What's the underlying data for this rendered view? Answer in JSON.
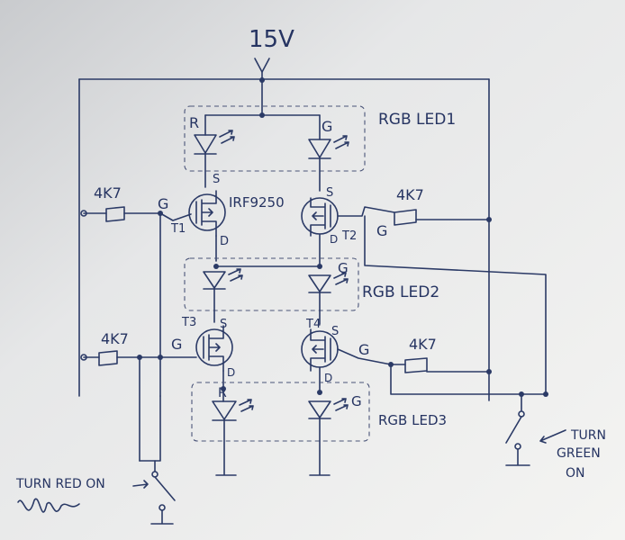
{
  "schematic": {
    "supply_label": "15V",
    "led_groups": [
      {
        "name": "RGB LED1",
        "red_pin": "R",
        "green_pin": "G"
      },
      {
        "name": "RGB LED2",
        "red_pin": "",
        "green_pin": "G"
      },
      {
        "name": "RGB LED3",
        "red_pin": "R",
        "green_pin": "G"
      }
    ],
    "transistors": {
      "t1": {
        "label": "T1",
        "part": "IRF9250",
        "gate": "G",
        "source": "S",
        "drain": "D"
      },
      "t2": {
        "label": "T2",
        "gate": "G",
        "source": "S",
        "drain": "D"
      },
      "t3": {
        "label": "T3",
        "gate": "G",
        "source": "S",
        "drain": "D"
      },
      "t4": {
        "label": "T4",
        "gate": "G",
        "source": "S",
        "drain": "D"
      }
    },
    "resistors": [
      {
        "value": "4K7"
      },
      {
        "value": "4K7"
      },
      {
        "value": "4K7"
      },
      {
        "value": "4K7"
      }
    ],
    "switches": {
      "red": {
        "label": "TURN RED ON"
      },
      "green": {
        "label_line1": "TURN",
        "label_line2": "GREEN",
        "label_line3": "ON"
      }
    }
  },
  "colors": {
    "paper": "#f3f3f1",
    "ink": "#2b3a66"
  }
}
